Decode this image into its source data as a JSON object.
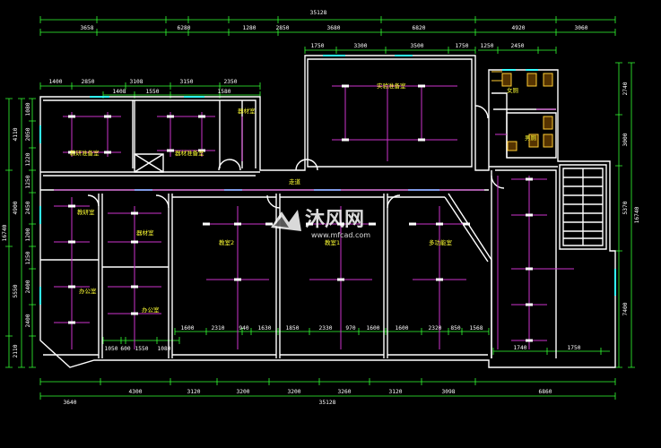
{
  "dims_top_total": "35128",
  "dims_top": [
    "3658",
    "6280",
    "1280",
    "2850",
    "3680",
    "6820",
    "4920",
    "3060"
  ],
  "dims_top2": [
    "1750",
    "3300",
    "3500",
    "1750",
    "1250",
    "2450"
  ],
  "dims_top3": [
    "1400",
    "2850",
    "3108",
    "3150",
    "2350"
  ],
  "dims_top4": [
    "1408",
    "1550",
    "1580"
  ],
  "dims_bottom_total": "35128",
  "dims_bottom": [
    "3640",
    "4300",
    "3120",
    "3200",
    "3200",
    "3260",
    "3120",
    "3098",
    "6860"
  ],
  "dims_bottom_inner": [
    "1050",
    "600",
    "1550",
    "1080",
    "1600",
    "2310",
    "940",
    "1630",
    "1850",
    "2330",
    "970",
    "1600",
    "1600",
    "2320",
    "850",
    "1568",
    "1740",
    "1750"
  ],
  "dims_left": [
    "4110",
    "4900",
    "5550",
    "2110"
  ],
  "dims_left_total": "16740",
  "dims_left_inner": [
    "1080",
    "2050",
    "1220",
    "1250",
    "2450",
    "1200",
    "1250",
    "2400",
    "2400"
  ],
  "dims_right": [
    "2740",
    "3000",
    "5370",
    "7400"
  ],
  "dims_right_total": "16740",
  "rooms": [
    {
      "label": "教研准备室"
    },
    {
      "label": "器材准备室"
    },
    {
      "label": "器材室"
    },
    {
      "label": "实验准备室"
    },
    {
      "label": "教研室"
    },
    {
      "label": "器材室"
    },
    {
      "label": "办公室"
    },
    {
      "label": "办公室"
    },
    {
      "label": "教室2"
    },
    {
      "label": "教室1"
    },
    {
      "label": "多功能室"
    },
    {
      "label": "走道"
    },
    {
      "label": "女厕"
    },
    {
      "label": "男厕"
    }
  ],
  "watermark": {
    "brand": "沐风网",
    "url": "www.mfcad.com"
  },
  "colors": {
    "wall": "#ffffff",
    "dim": "#33ff33",
    "fixture": "#cc33cc",
    "label": "#ffff33",
    "window": "#33ffff"
  }
}
